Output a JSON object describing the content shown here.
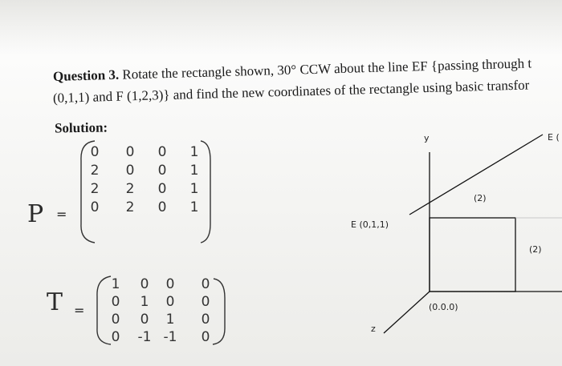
{
  "question": {
    "number": "Question 3.",
    "line1": "Rotate the rectangle shown, 30° CCW about the line EF {passing through t",
    "line2": "(0,1,1) and F (1,2,3)} and find the new coordinates of the rectangle using basic transfor"
  },
  "solution_label": "Solution:",
  "matrix_P": {
    "name": "P",
    "equals": "=",
    "rows": [
      [
        "0",
        "0",
        "0",
        "1"
      ],
      [
        "2",
        "0",
        "0",
        "1"
      ],
      [
        "2",
        "2",
        "0",
        "1"
      ],
      [
        "0",
        "2",
        "0",
        "1"
      ]
    ]
  },
  "matrix_T": {
    "name": "T",
    "equals": "=",
    "rows": [
      [
        "1",
        "0",
        "0",
        "0"
      ],
      [
        "0",
        "1",
        "0",
        "0"
      ],
      [
        "0",
        "0",
        "1",
        "0"
      ],
      [
        "0",
        "-1",
        "-1",
        "0"
      ]
    ]
  },
  "diagram": {
    "y_label": "y",
    "z_label": "z",
    "e_label": "E (0,1,1)",
    "origin_label": "(0.0.0)",
    "dim_top": "(2)",
    "dim_side": "(2)",
    "e_edge_label": "E ("
  }
}
